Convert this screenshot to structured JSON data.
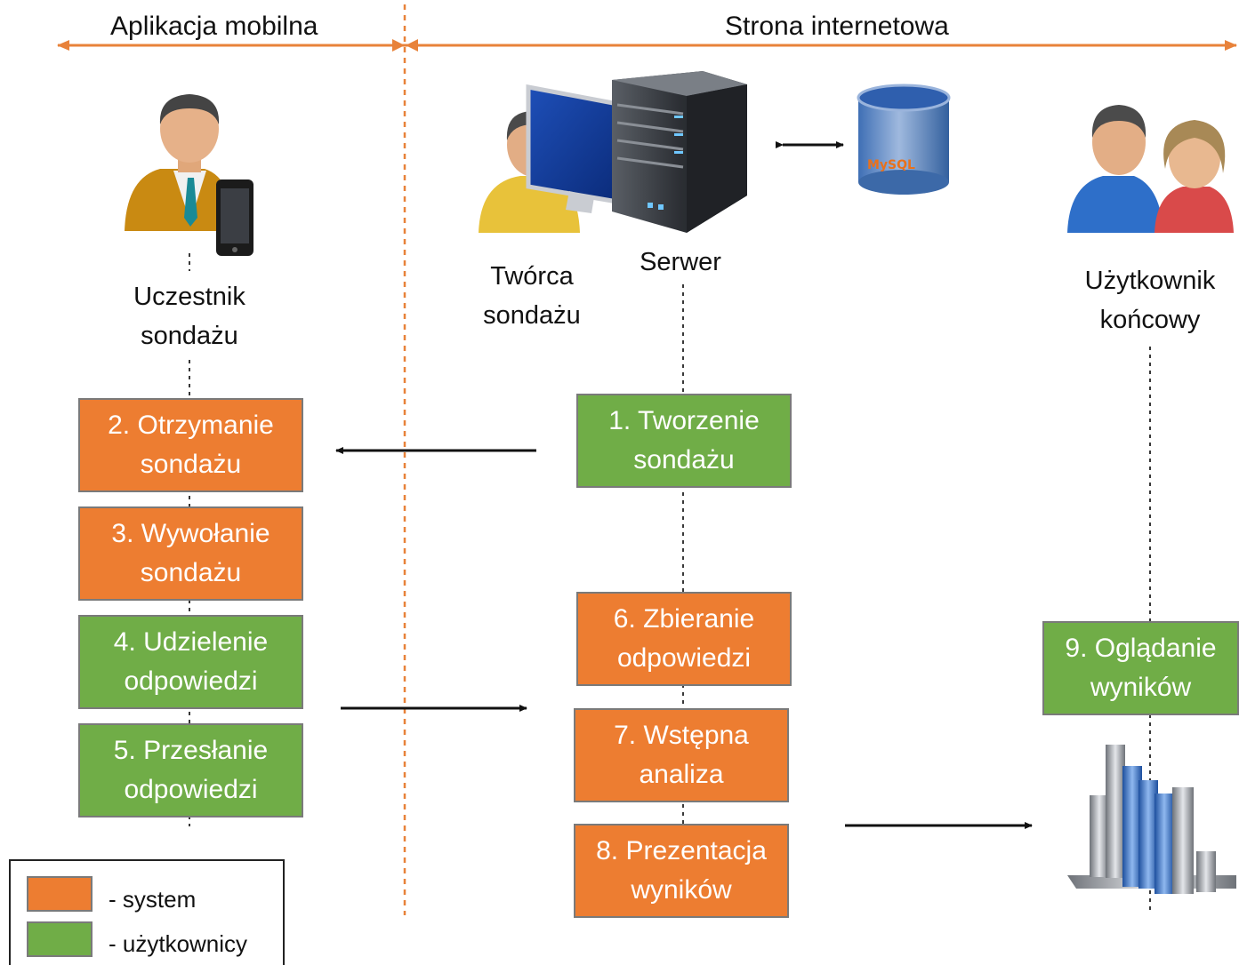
{
  "header": {
    "left_section": "Aplikacja mobilna",
    "right_section": "Strona internetowa"
  },
  "actors": {
    "participant": "Uczestnik\nsondażu",
    "creator": "Twórca\nsondażu",
    "server": "Serwer",
    "end_user": "Użytkownik\nkońcowy"
  },
  "database_logo": "MySQL",
  "steps": {
    "s1": "1. Tworzenie\nsondażu",
    "s2": "2. Otrzymanie\nsondażu",
    "s3": "3. Wywołanie\nsondażu",
    "s4": "4. Udzielenie\nodpowiedzi",
    "s5": "5. Przesłanie\nodpowiedzi",
    "s6": "6. Zbieranie\nodpowiedzi",
    "s7": "7. Wstępna\nanaliza",
    "s8": "8. Prezentacja\nwyników",
    "s9": "9. Oglądanie\nwyników"
  },
  "legend": {
    "system": "- system",
    "users": "- użytkownicy"
  },
  "colors": {
    "system": "#ED7D31",
    "users": "#70AD47",
    "section_arrow": "#E8823A"
  },
  "icons": [
    "user-phone-icon",
    "creator-icon",
    "monitor-icon",
    "server-icon",
    "database-icon",
    "end-users-icon",
    "bar-chart-icon"
  ]
}
